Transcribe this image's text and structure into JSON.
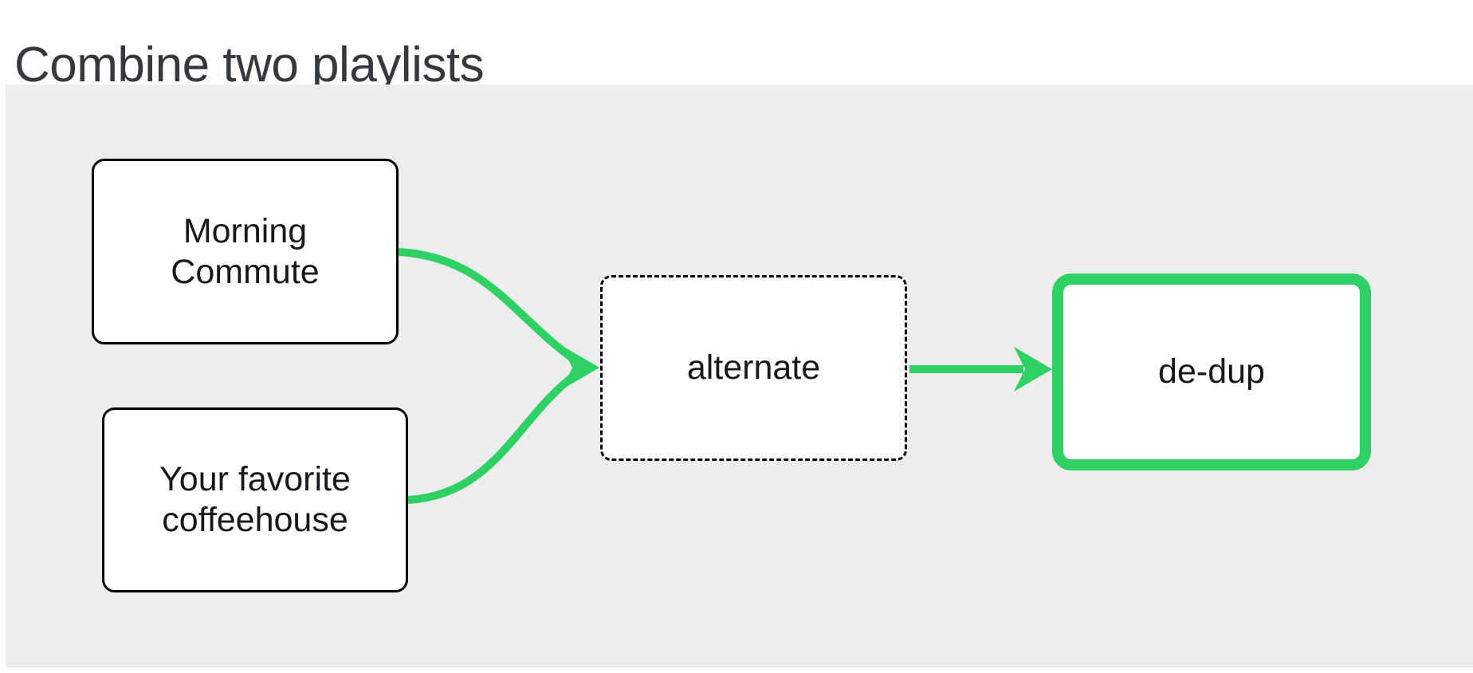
{
  "page": {
    "title": "Combine two playlists"
  },
  "colors": {
    "accent_green": "#30D164",
    "canvas_bg": "#EDEDED",
    "node_border": "#000000",
    "node_text": "#16181D",
    "title_text": "#35383C"
  },
  "diagram": {
    "nodes": [
      {
        "id": "playlist-morning-commute",
        "label": "Morning\nCommute",
        "border_style": "solid"
      },
      {
        "id": "playlist-your-favorite-coffeehouse",
        "label": "Your favorite\ncoffeehouse",
        "border_style": "solid"
      },
      {
        "id": "operation-alternate",
        "label": "alternate",
        "border_style": "dashed"
      },
      {
        "id": "operation-de-dup",
        "label": "de-dup",
        "border_style": "solid-green-highlight"
      }
    ],
    "edges": [
      {
        "from": "playlist-morning-commute",
        "to": "operation-alternate"
      },
      {
        "from": "playlist-your-favorite-coffeehouse",
        "to": "operation-alternate"
      },
      {
        "from": "operation-alternate",
        "to": "operation-de-dup"
      }
    ]
  }
}
